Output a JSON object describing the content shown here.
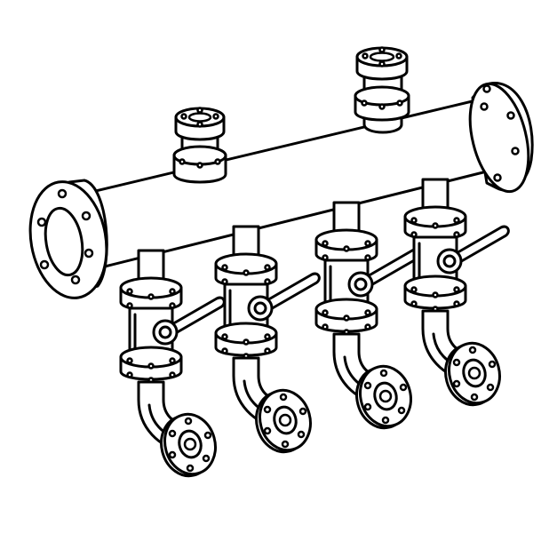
{
  "illustration": {
    "subject": "pipe-manifold",
    "outlets": 4,
    "top_ports": 2,
    "colors": {
      "line": "#000000",
      "fill": "#ffffff",
      "background": "#ffffff"
    }
  }
}
